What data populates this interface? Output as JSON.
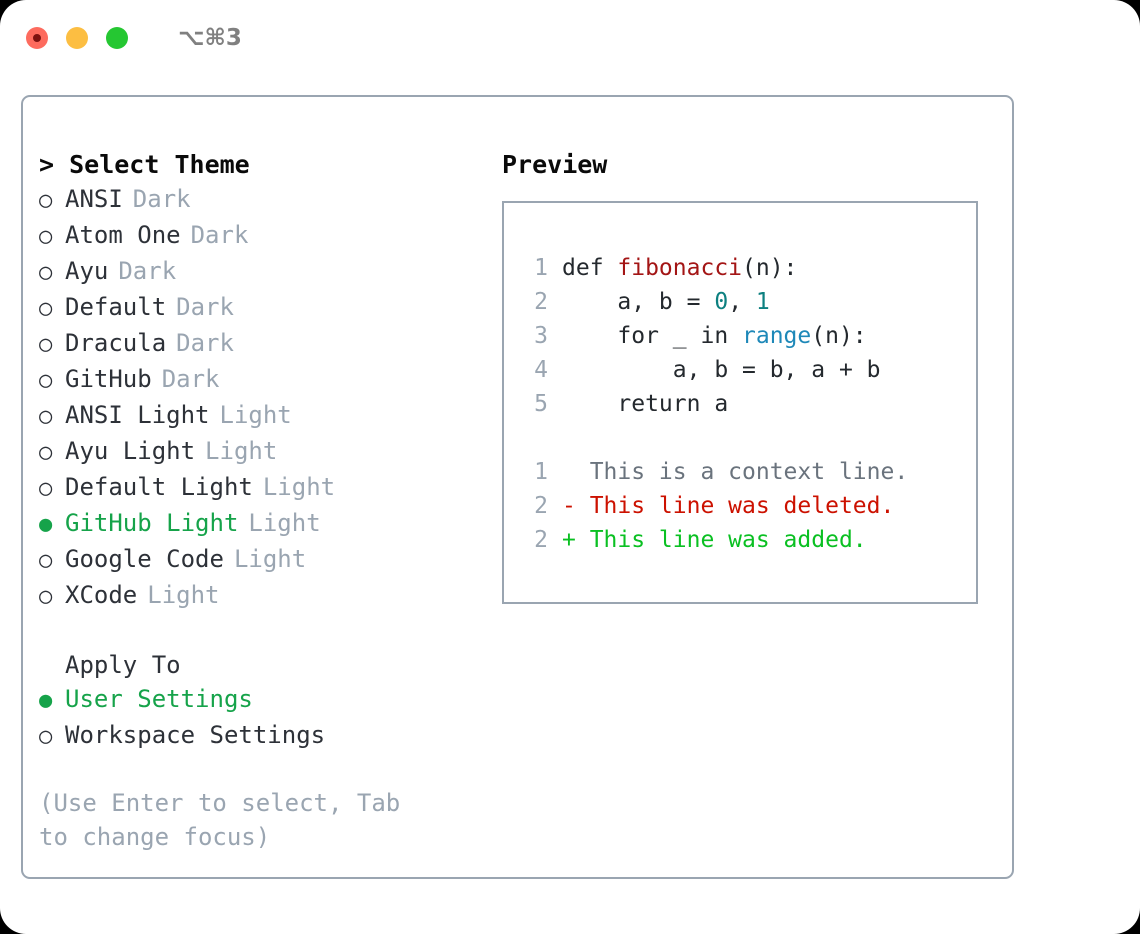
{
  "titlebar": {
    "shortcut": "⌥⌘3",
    "lights": [
      "close-light",
      "minimize-light",
      "zoom-light"
    ]
  },
  "theme_picker": {
    "header": "> Select Theme",
    "marker_selected": "●",
    "marker_unselected": "○",
    "options": [
      {
        "name": "ANSI",
        "tag": "Dark",
        "selected": false
      },
      {
        "name": "Atom One",
        "tag": "Dark",
        "selected": false
      },
      {
        "name": "Ayu",
        "tag": "Dark",
        "selected": false
      },
      {
        "name": "Default",
        "tag": "Dark",
        "selected": false
      },
      {
        "name": "Dracula",
        "tag": "Dark",
        "selected": false
      },
      {
        "name": "GitHub",
        "tag": "Dark",
        "selected": false
      },
      {
        "name": "ANSI Light",
        "tag": "Light",
        "selected": false
      },
      {
        "name": "Ayu Light",
        "tag": "Light",
        "selected": false
      },
      {
        "name": "Default Light",
        "tag": "Light",
        "selected": false
      },
      {
        "name": "GitHub Light",
        "tag": "Light",
        "selected": true
      },
      {
        "name": "Google Code",
        "tag": "Light",
        "selected": false
      },
      {
        "name": "XCode",
        "tag": "Light",
        "selected": false
      }
    ]
  },
  "apply_to": {
    "header": "Apply To",
    "options": [
      {
        "name": "User Settings",
        "selected": true
      },
      {
        "name": "Workspace Settings",
        "selected": false
      }
    ]
  },
  "hint": "(Use Enter to select, Tab to change focus)",
  "preview": {
    "title": "Preview",
    "code_lines": [
      {
        "ln": "1",
        "segments": [
          {
            "text": "def ",
            "cls": "code-text"
          },
          {
            "text": "fibonacci",
            "cls": "tok-fn"
          },
          {
            "text": "(n):",
            "cls": "code-text"
          }
        ]
      },
      {
        "ln": "2",
        "segments": [
          {
            "text": "    a, b = ",
            "cls": "code-text"
          },
          {
            "text": "0",
            "cls": "tok-num"
          },
          {
            "text": ", ",
            "cls": "code-text"
          },
          {
            "text": "1",
            "cls": "tok-num"
          }
        ]
      },
      {
        "ln": "3",
        "segments": [
          {
            "text": "    for _ in ",
            "cls": "code-text"
          },
          {
            "text": "range",
            "cls": "tok-builtin"
          },
          {
            "text": "(n):",
            "cls": "code-text"
          }
        ]
      },
      {
        "ln": "4",
        "segments": [
          {
            "text": "        a, b = b, a + b",
            "cls": "code-text"
          }
        ]
      },
      {
        "ln": "5",
        "segments": [
          {
            "text": "    return a",
            "cls": "code-text"
          }
        ]
      }
    ],
    "diff_lines": [
      {
        "ln": "1",
        "text": "  This is a context line.",
        "cls": "diff-context"
      },
      {
        "ln": "2",
        "text": "- This line was deleted.",
        "cls": "diff-del"
      },
      {
        "ln": "2",
        "text": "+ This line was added.",
        "cls": "diff-add"
      }
    ]
  },
  "colors": {
    "accent_green": "#16a34a",
    "muted": "#9aa5b1",
    "text": "#2d3138",
    "border": "#9aa5b1",
    "syntax_function": "#a31515",
    "syntax_number": "#0d8080",
    "syntax_builtin": "#1e88b8",
    "diff_added": "#0ac022",
    "diff_deleted": "#cc1100",
    "diff_context": "#6a737d",
    "light_red": "#fd6b5e",
    "light_yellow": "#fcbe42",
    "light_green": "#25c732"
  }
}
